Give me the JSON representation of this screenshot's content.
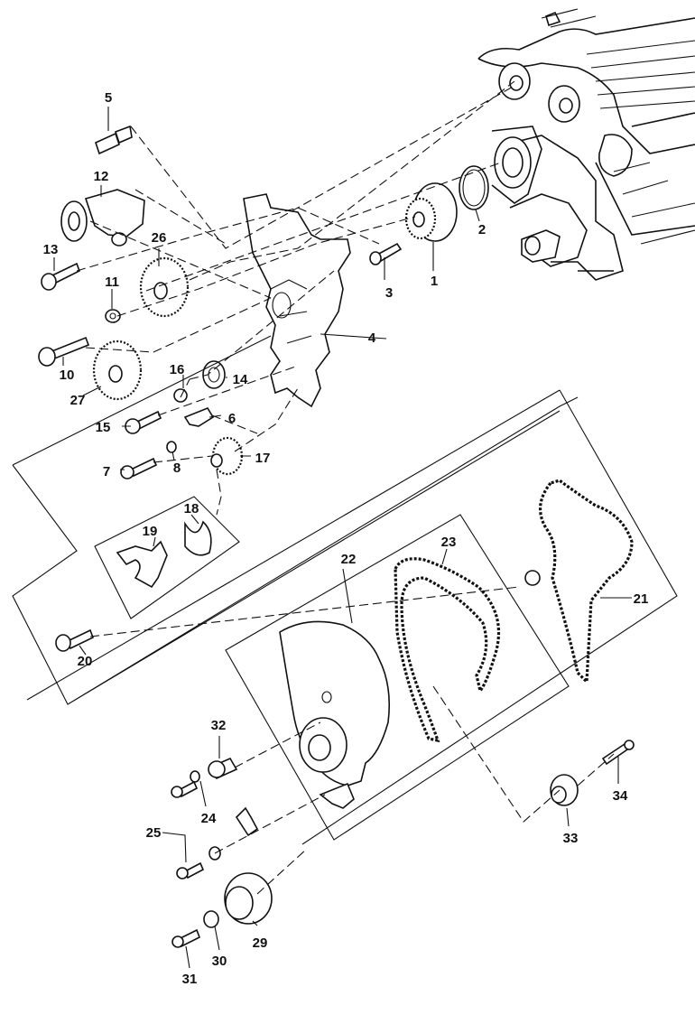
{
  "callouts": {
    "p1": "1",
    "p2": "2",
    "p3": "3",
    "p4": "4",
    "p5": "5",
    "p6": "6",
    "p7": "7",
    "p8": "8",
    "p10": "10",
    "p11": "11",
    "p12": "12",
    "p13": "13",
    "p14": "14",
    "p15": "15",
    "p16": "16",
    "p17": "17",
    "p18": "18",
    "p19": "19",
    "p20": "20",
    "p21": "21",
    "p22": "22",
    "p23": "23",
    "p24": "24",
    "p25": "25",
    "p26": "26",
    "p27": "27",
    "p29": "29",
    "p30": "30",
    "p31": "31",
    "p32": "32",
    "p33": "33",
    "p34": "34"
  },
  "colors": {
    "line": "#111111",
    "background": "#ffffff"
  }
}
